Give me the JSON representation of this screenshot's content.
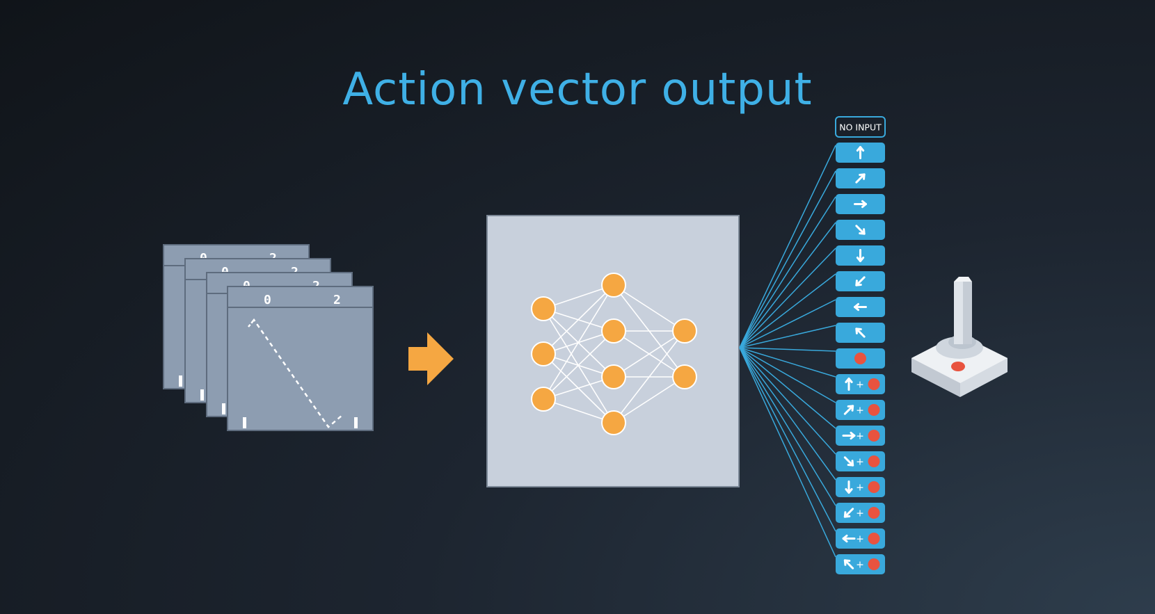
{
  "title": "Action vector output",
  "colors": {
    "accent": "#3fb0e6",
    "node": "#f5a742",
    "arrow": "#f5a742",
    "network_bg": "#c8d0dc",
    "frame": "#8d9db1",
    "button": "#39a9dc",
    "fire": "#e8533f"
  },
  "frames": {
    "count": 4,
    "score_left": "0",
    "score_right": "2"
  },
  "network": {
    "layers": [
      3,
      4,
      2
    ]
  },
  "actions": [
    {
      "dir": "",
      "fire": false,
      "label": "NO INPUT"
    },
    {
      "dir": "up",
      "fire": false
    },
    {
      "dir": "up-right",
      "fire": false
    },
    {
      "dir": "right",
      "fire": false
    },
    {
      "dir": "down-right",
      "fire": false
    },
    {
      "dir": "down",
      "fire": false
    },
    {
      "dir": "down-left",
      "fire": false
    },
    {
      "dir": "left",
      "fire": false
    },
    {
      "dir": "up-left",
      "fire": false
    },
    {
      "dir": "",
      "fire": true
    },
    {
      "dir": "up",
      "fire": true
    },
    {
      "dir": "up-right",
      "fire": true
    },
    {
      "dir": "right",
      "fire": true
    },
    {
      "dir": "down-right",
      "fire": true
    },
    {
      "dir": "down",
      "fire": true
    },
    {
      "dir": "down-left",
      "fire": true
    },
    {
      "dir": "left",
      "fire": true
    },
    {
      "dir": "up-left",
      "fire": true
    }
  ],
  "plus_sign": "+",
  "icons": [
    "game-frame-stack",
    "right-arrow-icon",
    "neural-network",
    "joystick-icon"
  ]
}
